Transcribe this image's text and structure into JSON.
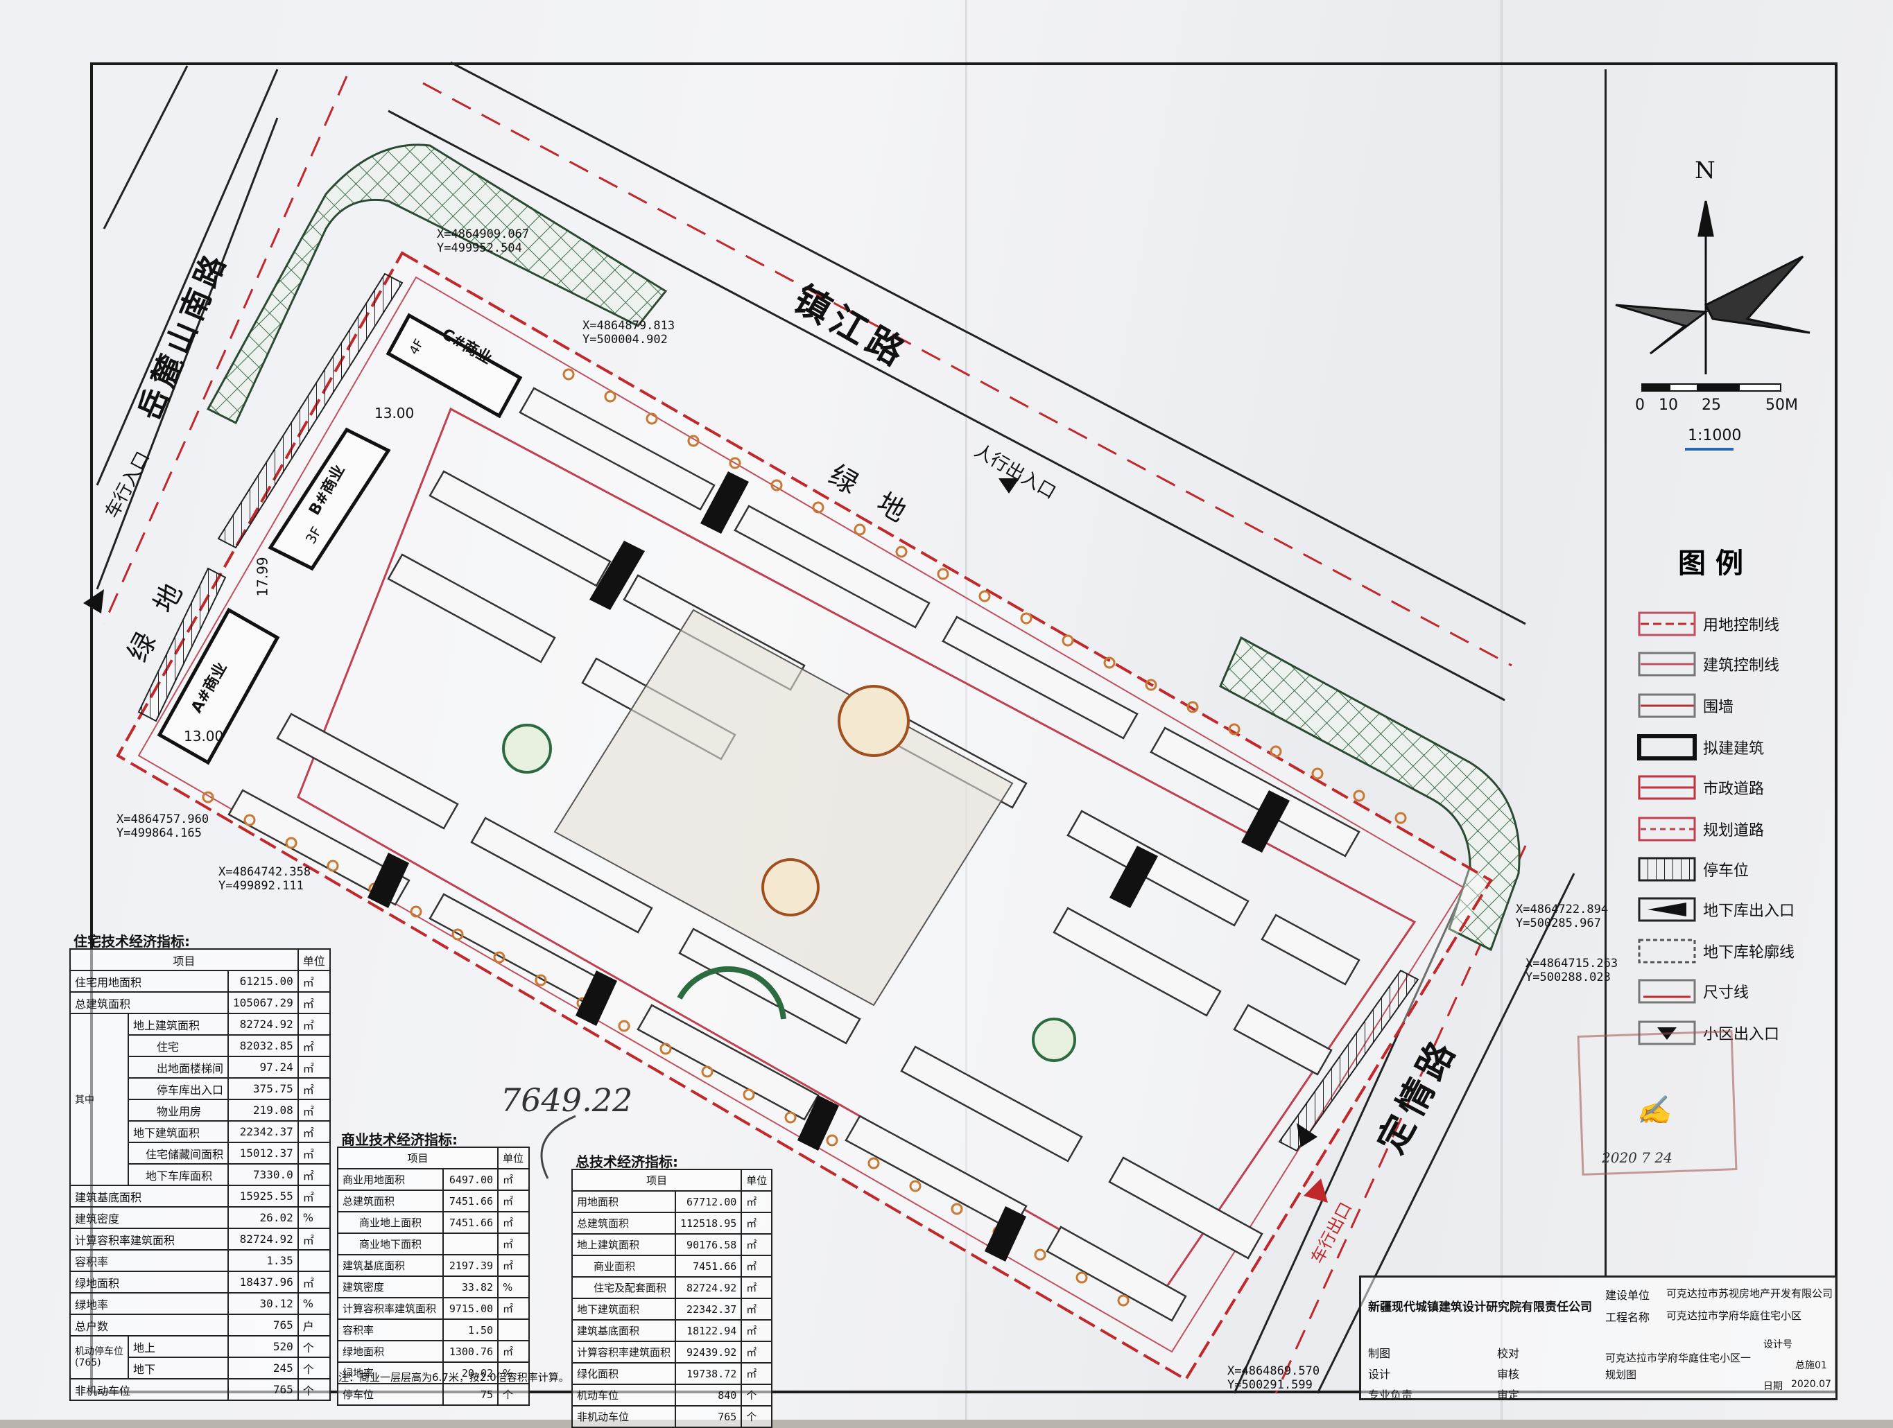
{
  "roads": {
    "zhenjiang": "镇江路",
    "yuelushan_south": "岳麓山南路",
    "dingqing": "定情路"
  },
  "site_labels": {
    "green_top": "绿地",
    "green_left": "绿地",
    "vehicle_entrance_left": "车行入口",
    "pedestrian_entrance": "人行出入口",
    "vehicle_exit_bottom": "车行出口",
    "commercial_c": "C#商业",
    "commercial_b": "B#商业",
    "commercial_a": "A#商业",
    "floors_3f": "3F",
    "floors_4f": "4F",
    "dim_1300_a": "13.00",
    "dim_1300_b": "13.00",
    "dim_1799": "17.99"
  },
  "coordinates": [
    {
      "x": "X=4864909.067",
      "y": "Y=499952.504"
    },
    {
      "x": "X=4864879.813",
      "y": "Y=500004.902"
    },
    {
      "x": "X=4864757.960",
      "y": "Y=499864.165"
    },
    {
      "x": "X=4864742.358",
      "y": "Y=499892.111"
    },
    {
      "x": "X=4864722.894",
      "y": "Y=500285.967"
    },
    {
      "x": "X=4864715.263",
      "y": "Y=500288.023"
    },
    {
      "x": "X=4864869.570",
      "y": "Y=500291.599"
    }
  ],
  "compass": {
    "north": "N",
    "scale_ticks": [
      "0",
      "10",
      "25",
      "50M"
    ],
    "ratio": "1:1000"
  },
  "legend": {
    "title": "图例",
    "items": [
      {
        "label": "用地控制线",
        "color": "#c0282c"
      },
      {
        "label": "建筑控制线",
        "color": "#c05060"
      },
      {
        "label": "围墙",
        "color": "#b0303a"
      },
      {
        "label": "拟建建筑",
        "color": "#111111"
      },
      {
        "label": "市政道路",
        "color": "#c03040"
      },
      {
        "label": "规划道路",
        "color": "#c04050"
      },
      {
        "label": "停车位",
        "color": "#222222"
      },
      {
        "label": "地下库出入口",
        "color": "#111111"
      },
      {
        "label": "地下库轮廓线",
        "color": "#555555"
      },
      {
        "label": "尺寸线",
        "color": "#c0282c"
      },
      {
        "label": "小区出入口",
        "color": "#111111"
      }
    ]
  },
  "residential_table": {
    "title": "住宅技术经济指标:",
    "header": [
      "项目",
      "单位"
    ],
    "rows": [
      [
        "住宅用地面积",
        "61215.00",
        "㎡"
      ],
      [
        "总建筑面积",
        "105067.29",
        "㎡"
      ],
      [
        "地上建筑面积",
        "82724.92",
        "㎡"
      ],
      [
        "住宅",
        "82032.85",
        "㎡"
      ],
      [
        "出地面楼梯间",
        "97.24",
        "㎡"
      ],
      [
        "停车库出入口",
        "375.75",
        "㎡"
      ],
      [
        "物业用房",
        "219.08",
        "㎡"
      ],
      [
        "地下建筑面积",
        "22342.37",
        "㎡"
      ],
      [
        "住宅储藏间面积",
        "15012.37",
        "㎡"
      ],
      [
        "地下车库面积",
        "7330.0",
        "㎡"
      ],
      [
        "建筑基底面积",
        "15925.55",
        "㎡"
      ],
      [
        "建筑密度",
        "26.02",
        "%"
      ],
      [
        "计算容积率建筑面积",
        "82724.92",
        "㎡"
      ],
      [
        "容积率",
        "1.35",
        ""
      ],
      [
        "绿地面积",
        "18437.96",
        "㎡"
      ],
      [
        "绿地率",
        "30.12",
        "%"
      ],
      [
        "总户数",
        "765",
        "户"
      ],
      [
        "地上",
        "520",
        "个"
      ],
      [
        "地下",
        "245",
        "个"
      ],
      [
        "非机动车位",
        "765",
        "个"
      ]
    ],
    "side_labels": [
      "其中",
      "其中",
      "其中"
    ],
    "parking_label": "机动停车位",
    "parking_total": "(765)"
  },
  "commercial_table": {
    "title": "商业技术经济指标:",
    "header": [
      "项目",
      "单位"
    ],
    "rows": [
      [
        "商业用地面积",
        "6497.00",
        "㎡"
      ],
      [
        "总建筑面积",
        "7451.66",
        "㎡"
      ],
      [
        "商业地上面积",
        "7451.66",
        "㎡"
      ],
      [
        "商业地下面积",
        "",
        "㎡"
      ],
      [
        "建筑基底面积",
        "2197.39",
        "㎡"
      ],
      [
        "建筑密度",
        "33.82",
        "%"
      ],
      [
        "计算容积率建筑面积",
        "9715.00",
        "㎡"
      ],
      [
        "容积率",
        "1.50",
        ""
      ],
      [
        "绿地面积",
        "1300.76",
        "㎡"
      ],
      [
        "绿地率",
        "20.02",
        "%"
      ],
      [
        "停车位",
        "75",
        "个"
      ]
    ],
    "note": "注：商业一层层高为6.7米，按2.0倍容积率计算。"
  },
  "total_table": {
    "title": "总技术经济指标:",
    "header": [
      "项目",
      "单位"
    ],
    "rows": [
      [
        "用地面积",
        "67712.00",
        "㎡"
      ],
      [
        "总建筑面积",
        "112518.95",
        "㎡"
      ],
      [
        "地上建筑面积",
        "90176.58",
        "㎡"
      ],
      [
        "商业面积",
        "7451.66",
        "㎡"
      ],
      [
        "住宅及配套面积",
        "82724.92",
        "㎡"
      ],
      [
        "地下建筑面积",
        "22342.37",
        "㎡"
      ],
      [
        "建筑基底面积",
        "18122.94",
        "㎡"
      ],
      [
        "计算容积率建筑面积",
        "92439.92",
        "㎡"
      ],
      [
        "绿化面积",
        "19738.72",
        "㎡"
      ],
      [
        "机动车位",
        "840",
        "个"
      ],
      [
        "非机动车位",
        "765",
        "个"
      ]
    ]
  },
  "handwritten_note": "7649.22",
  "title_block": {
    "designer": "新疆现代城镇建筑设计研究院有限责任公司",
    "client_label": "建设单位",
    "client": "可克达拉市苏视房地产开发有限公司",
    "project_label": "工程名称",
    "project": "可克达拉市学府华庭住宅小区",
    "drawing": "可克达拉市学府华庭住宅小区一规划图",
    "role_labels": [
      "制图",
      "设计",
      "专业负责",
      "校对",
      "审核",
      "审定"
    ],
    "drawing_no_label": "设计号",
    "drawing_no": "总施01",
    "date_label": "日期",
    "date": "2020.07"
  },
  "stamp": {
    "date": "2020 7 24"
  }
}
